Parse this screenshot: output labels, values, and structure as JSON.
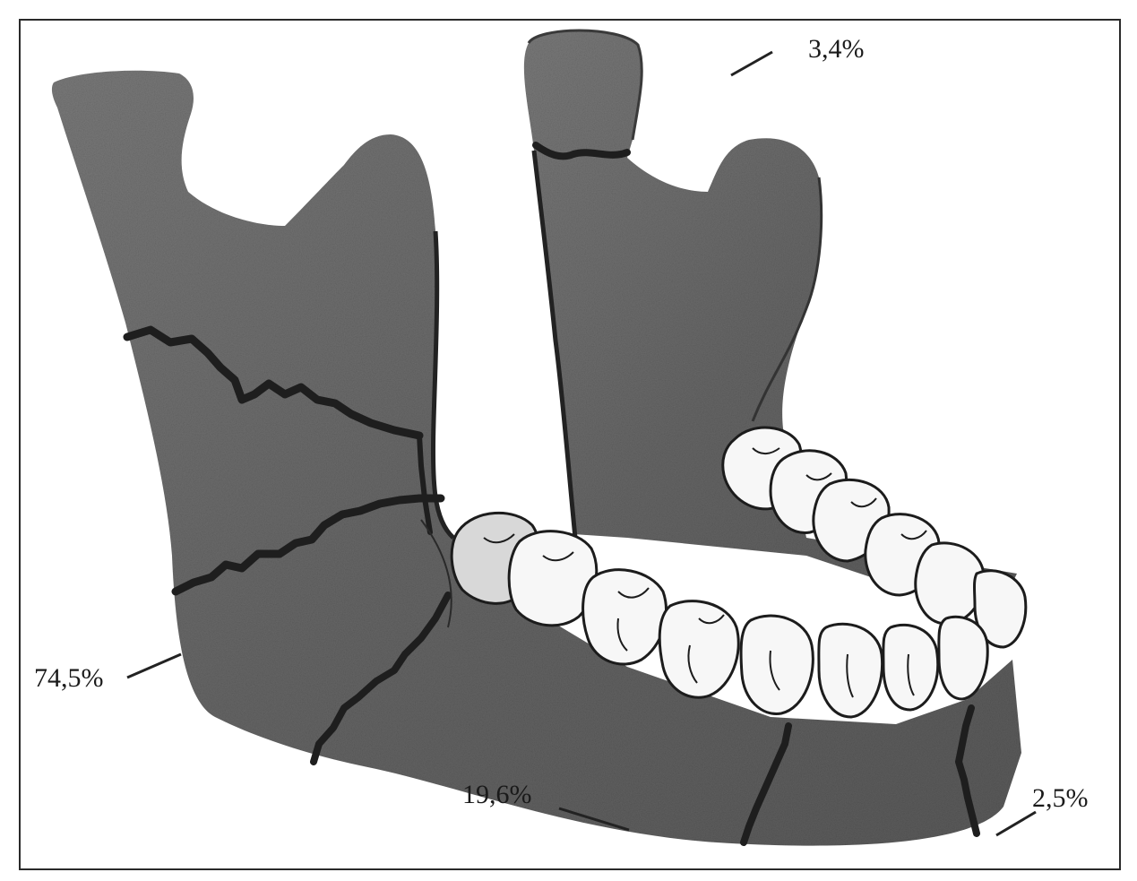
{
  "figure": {
    "colors": {
      "background": "#ffffff",
      "frame": "#2a2a2a",
      "bone": "#6c6c6c",
      "bone_light": "#8a8a8a",
      "bone_dark": "#4e4e4e",
      "fracture_line": "#1e1e1e",
      "tooth_fill": "#f7f7f7",
      "tooth_outline": "#1c1c1c",
      "leader": "#222222"
    },
    "labels": {
      "condyle": "3,4%",
      "angle": "74,5%",
      "body": "19,6%",
      "chin": "2,5%"
    }
  }
}
